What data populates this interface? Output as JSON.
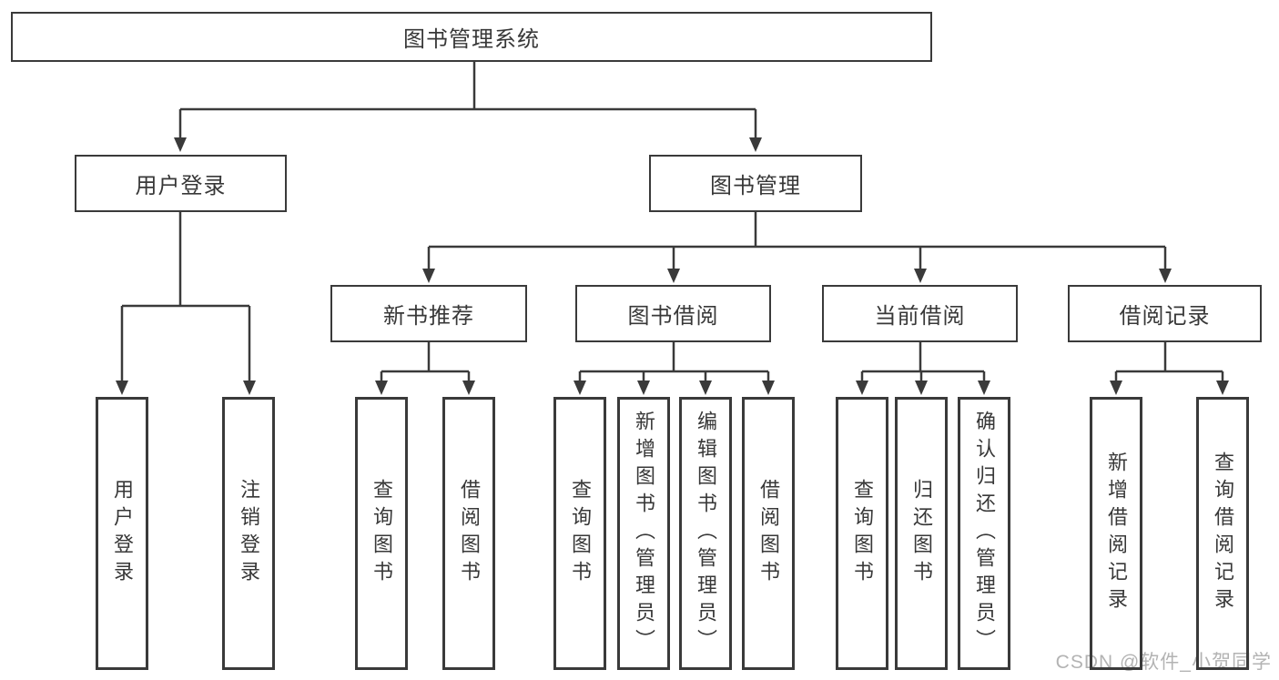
{
  "colors": {
    "line": "#3a3a3a",
    "box_border": "#3a3a3a",
    "box_fill": "#ffffff",
    "text": "#383838",
    "background": "#ffffff",
    "watermark": "#b3b3b3"
  },
  "tree": {
    "root": {
      "label": "图书管理系统"
    },
    "login": {
      "label": "用户登录",
      "leaves": [
        "用户登录",
        "注销登录"
      ]
    },
    "management": {
      "label": "图书管理",
      "sections": [
        {
          "label": "新书推荐",
          "leaves": [
            "查询图书",
            "借阅图书"
          ]
        },
        {
          "label": "图书借阅",
          "leaves": [
            "查询图书",
            "新增图书（管理员）",
            "编辑图书（管理员）",
            "借阅图书"
          ]
        },
        {
          "label": "当前借阅",
          "leaves": [
            "查询图书",
            "归还图书",
            "确认归还（管理员）"
          ]
        },
        {
          "label": "借阅记录",
          "leaves": [
            "新增借阅记录",
            "查询借阅记录"
          ]
        }
      ]
    }
  },
  "watermark": {
    "text": "CSDN @软件_小贺同学"
  }
}
